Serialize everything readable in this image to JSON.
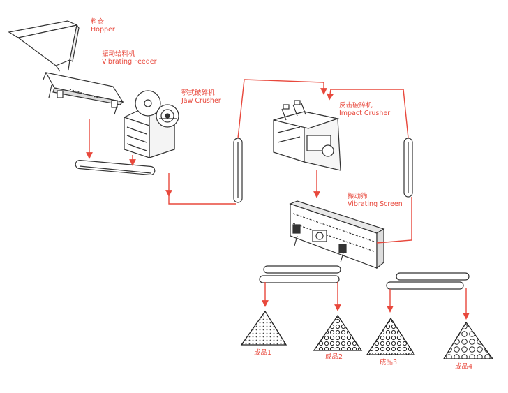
{
  "colors": {
    "flow": "#e8483c",
    "label": "#e8483c",
    "equipment": "#333333",
    "background": "#ffffff"
  },
  "labels": {
    "hopper": {
      "zh": "料仓",
      "en": "Hopper"
    },
    "vibrating_feeder": {
      "zh": "振动给料机",
      "en": "Vibrating Feeder"
    },
    "jaw_crusher": {
      "zh": "鄂式破碎机",
      "en": "Jaw Crusher"
    },
    "impact_crusher": {
      "zh": "反击破碎机",
      "en": "Impact Crusher"
    },
    "vibrating_screen": {
      "zh": "振动筛",
      "en": "Vibrating Screen"
    },
    "product_1": "成品1",
    "product_2": "成品2",
    "product_3": "成品3",
    "product_4": "成品4"
  },
  "icons": {
    "hopper": "hopper-icon",
    "feeder": "vibrating-feeder-icon",
    "jaw": "jaw-crusher-icon",
    "impact": "impact-crusher-icon",
    "screen": "vibrating-screen-icon",
    "conveyor": "belt-conveyor-icon",
    "pile": "stockpile-icon"
  }
}
